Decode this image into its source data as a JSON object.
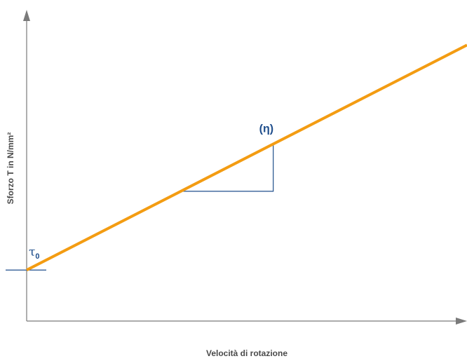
{
  "chart_data": {
    "type": "line",
    "title": "",
    "xlabel": "Velocità di rotazione",
    "ylabel": "Sforzo T in N/mm²",
    "xlim": [
      0,
      10
    ],
    "ylim": [
      0,
      10
    ],
    "grid": false,
    "series": [
      {
        "x": [
          0,
          10
        ],
        "y": [
          1.7,
          9.2
        ]
      }
    ],
    "annotations": {
      "intercept_label": "τ",
      "intercept_subscript": "0",
      "intercept_y": 1.7,
      "slope_label": "(η)",
      "slope_triangle": {
        "x1": 3.5,
        "x2": 5.6
      }
    },
    "colors": {
      "line": "#F39C12",
      "annotation": "#1F4E8C",
      "axis": "#7A7A7A"
    }
  }
}
